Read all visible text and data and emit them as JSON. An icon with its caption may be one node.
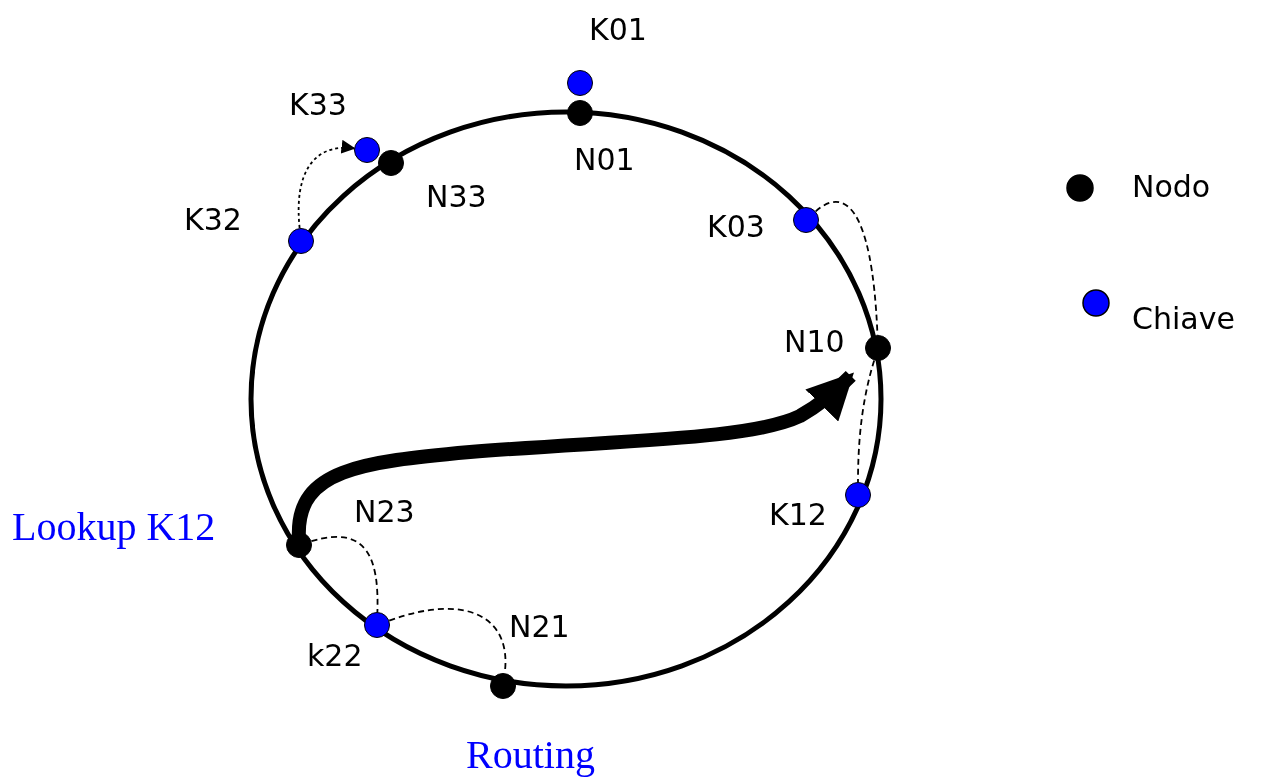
{
  "diagram": {
    "nodes": [
      {
        "text": [
          "K01"
        ]
      },
      {
        "text": [
          "N01"
        ]
      },
      {
        "text": [
          "K33"
        ]
      },
      {
        "text": [
          "N33"
        ]
      },
      {
        "text": [
          "K32"
        ]
      },
      {
        "text": [
          "K03"
        ]
      },
      {
        "text": [
          "N10"
        ]
      },
      {
        "text": [
          "K12"
        ]
      },
      {
        "text": [
          "N23"
        ]
      },
      {
        "text": [
          "k22"
        ]
      },
      {
        "text": [
          "N21"
        ]
      }
    ],
    "edges": [
      {
        "from": 4,
        "to": 2,
        "arrow": "to",
        "style": "dashed"
      },
      {
        "from": 5,
        "to": 6,
        "arrow": "none",
        "style": "dashed"
      },
      {
        "from": 6,
        "to": 7,
        "arrow": "none",
        "style": "dashed"
      },
      {
        "from": 8,
        "to": 9,
        "arrow": "none",
        "style": "dashed"
      },
      {
        "from": 9,
        "to": 10,
        "arrow": "none",
        "style": "dashed"
      },
      {
        "from": 8,
        "to": 6,
        "arrow": "to",
        "style": "thick"
      }
    ],
    "labels": [
      "Lookup K12",
      "Routing"
    ],
    "legend": [
      {
        "text": "Nodo",
        "color": "#000000"
      },
      {
        "text": "Chiave",
        "color": "#0000ff"
      }
    ]
  }
}
